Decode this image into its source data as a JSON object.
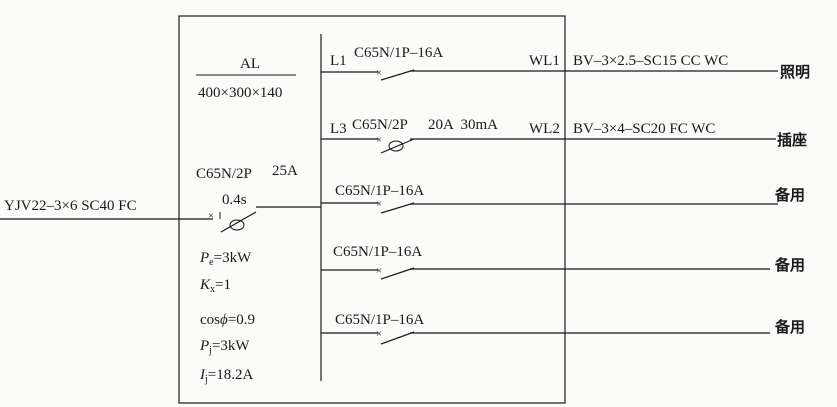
{
  "panel": {
    "name": "AL",
    "dimensions": "400×300×140"
  },
  "incoming": {
    "cable": "YJV22–3×6 SC40 FC",
    "breaker": "C65N/2P",
    "rating": "25A",
    "delay": "0.4s"
  },
  "load_calc": {
    "pe": {
      "sym": "P",
      "sub": "e",
      "val": "=3kW"
    },
    "kx": {
      "sym": "K",
      "sub": "x",
      "val": "=1"
    },
    "cos": {
      "sym": "cos",
      "phi": "ϕ",
      "val": "=0.9"
    },
    "pj": {
      "sym": "P",
      "sub": "j",
      "val": "=3kW"
    },
    "ij": {
      "sym": "I",
      "sub": "j",
      "val": "=18.2A"
    }
  },
  "circuits": [
    {
      "phase": "L1",
      "breaker": "C65N/1P–16A",
      "extra": "",
      "wl": "WL1",
      "cable": "BV–3×2.5–SC15 CC WC",
      "load": "照明"
    },
    {
      "phase": "L3",
      "breaker": "C65N/2P",
      "extra": "20A  30mA",
      "wl": "WL2",
      "cable": "BV–3×4–SC20 FC WC",
      "load": "插座"
    },
    {
      "phase": "",
      "breaker": "C65N/1P–16A",
      "extra": "",
      "wl": "",
      "cable": "",
      "load": "备用"
    },
    {
      "phase": "",
      "breaker": "C65N/1P–16A",
      "extra": "",
      "wl": "",
      "cable": "",
      "load": "备用"
    },
    {
      "phase": "",
      "breaker": "C65N/1P–16A",
      "extra": "",
      "wl": "",
      "cable": "",
      "load": "备用"
    }
  ]
}
